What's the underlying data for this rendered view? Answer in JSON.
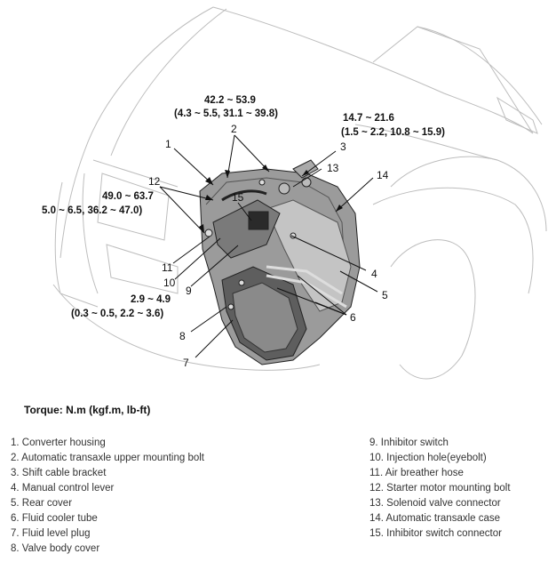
{
  "callouts": {
    "n1": "1",
    "n2": "2",
    "n3": "3",
    "n4": "4",
    "n5": "5",
    "n6": "6",
    "n7": "7",
    "n8": "8",
    "n9": "9",
    "n10": "10",
    "n11": "11",
    "n12": "12",
    "n13": "13",
    "n14": "14",
    "n15": "15"
  },
  "torque_specs": {
    "upper_mount": {
      "nm": "42.2 ~ 53.9",
      "alt": "(4.3 ~ 5.5, 31.1 ~ 39.8)"
    },
    "shift_bracket": {
      "nm": "14.7 ~ 21.6",
      "alt": "(1.5 ~ 2.2, 10.8 ~ 15.9)"
    },
    "starter_bolt": {
      "nm": "49.0 ~ 63.7",
      "alt": "5.0 ~ 6.5, 36.2 ~ 47.0)"
    },
    "valve_cover": {
      "nm": "2.9 ~ 4.9",
      "alt": "(0.3 ~ 0.5, 2.2 ~ 3.6)"
    }
  },
  "torque_caption": "Torque:  N.m (kgf.m, lb-ft)",
  "legend_left": [
    "1. Converter housing",
    "2. Automatic transaxle upper mounting bolt",
    "3. Shift cable bracket",
    "4. Manual control lever",
    "5. Rear cover",
    "6. Fluid cooler tube",
    "7. Fluid level plug",
    "8. Valve body cover"
  ],
  "legend_right": [
    "9. Inhibitor switch",
    "10. Injection hole(eyebolt)",
    "11. Air breather hose",
    "12. Starter motor mounting bolt",
    "13. Solenoid valve connector",
    "14. Automatic transaxle case",
    "15. Inhibitor switch connector"
  ]
}
